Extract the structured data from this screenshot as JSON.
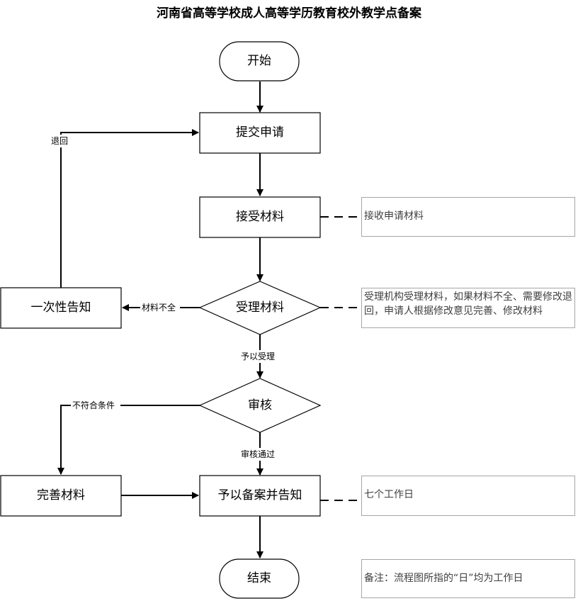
{
  "title": "河南省高等学校成人高等学历教育校外教学点备案",
  "nodes": {
    "start": "开始",
    "submit": "提交申请",
    "receive": "接受材料",
    "accept": "受理材料",
    "notify_once": "一次性告知",
    "review": "审核",
    "improve": "完善材料",
    "record": "予以备案并告知",
    "end": "结束"
  },
  "edges": {
    "return": "退回",
    "incomplete": "材料不全",
    "accepted": "予以受理",
    "not_meet": "不符合条件",
    "passed": "审核通过"
  },
  "notes": {
    "receive": "接收申请材料",
    "accept": "受理机构受理材料，如果材料不全、需要修改退回，申请人根据修改意见完善、修改材料",
    "record": "七个工作日",
    "remark": "备注：流程图所指的“日”均为工作日"
  }
}
